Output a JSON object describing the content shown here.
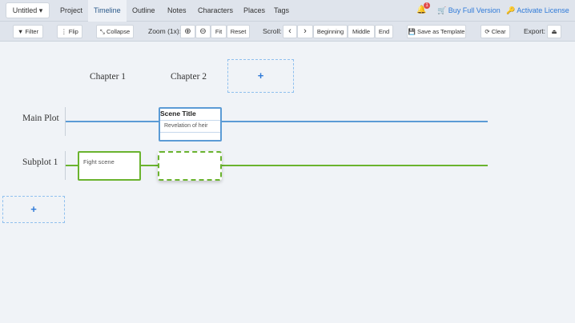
{
  "nav": {
    "doc_title": "Untitled ▾",
    "tabs": [
      "Project",
      "Timeline",
      "Outline",
      "Notes",
      "Characters",
      "Places",
      "Tags"
    ],
    "active_tab": "Timeline",
    "notification_count": "1",
    "buy": "🛒 Buy Full Version",
    "activate": "🔑 Activate License"
  },
  "toolbar": {
    "filter": "▼ Filter",
    "flip": "⋮ Flip",
    "collapse": "⤡ Collapse",
    "zoom_label": "Zoom (1x):",
    "zoom_in": "⊕",
    "zoom_out": "⊖",
    "fit": "Fit",
    "reset": "Reset",
    "scroll_label": "Scroll:",
    "prev": "‹",
    "next": "›",
    "beginning": "Beginning",
    "middle": "Middle",
    "end": "End",
    "save_template": "💾 Save as Template",
    "clear": "⟳ Clear",
    "export_label": "Export:",
    "export_icon": "⏏"
  },
  "timeline": {
    "chapters": [
      "Chapter 1",
      "Chapter 2"
    ],
    "add": "+",
    "plots": [
      {
        "name": "Main Plot",
        "color": "#5b9bd5"
      },
      {
        "name": "Subplot 1",
        "color": "#6ab32e"
      }
    ],
    "scene_title": "Scene Title",
    "scene_desc": "Revelation of heir",
    "fight": "Fight scene"
  }
}
